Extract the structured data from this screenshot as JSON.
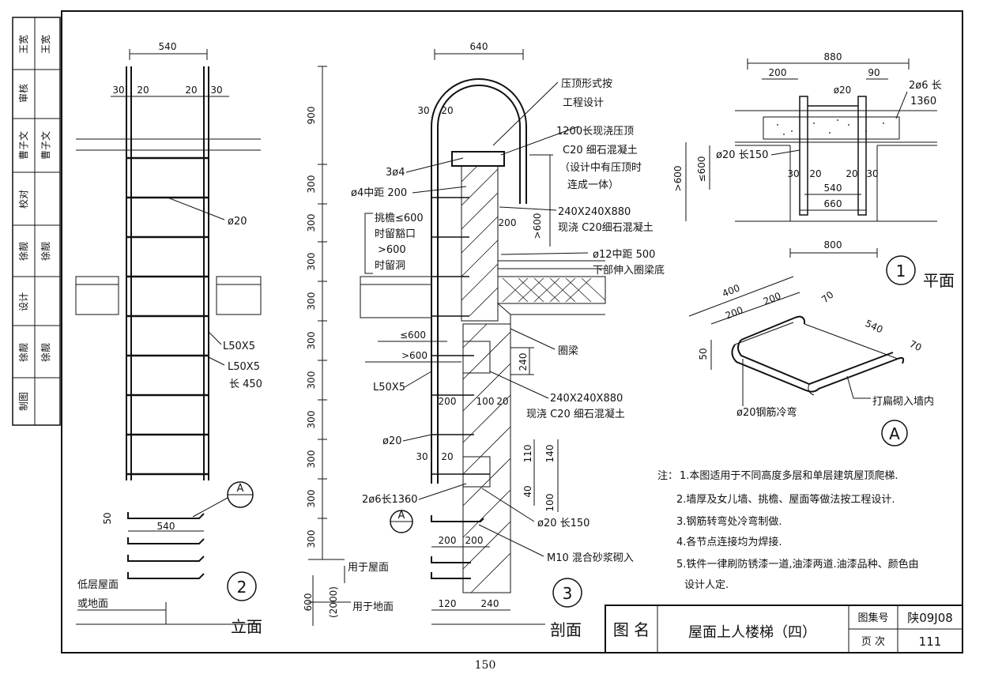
{
  "side_block": {
    "rows": [
      {
        "role": "王宽",
        "sign": "王宽"
      },
      {
        "role": "审核",
        "sign": ""
      },
      {
        "role": "曹子文",
        "sign": "曹子文"
      },
      {
        "role": "校对",
        "sign": ""
      },
      {
        "role": "徐靓",
        "sign": "徐靓"
      },
      {
        "role": "设计",
        "sign": ""
      },
      {
        "role": "徐靓",
        "sign": "徐靓"
      },
      {
        "role": "制图",
        "sign": ""
      }
    ]
  },
  "elevation": {
    "dim_width": "540",
    "dim_30l": "30",
    "dim_20l": "20",
    "dim_20r": "20",
    "dim_30r": "30",
    "rung_label": "ø20",
    "angle1": "L50X5",
    "angle2": "L50X5",
    "angle2_len": "长 450",
    "detail_ref": "A",
    "detail_dim50": "50",
    "detail_dim540": "540",
    "low_roof_1": "低层屋面",
    "low_roof_2": "或地面",
    "number": "2",
    "title": "立面"
  },
  "section": {
    "dim_640": "640",
    "dim_30": "30",
    "dim_20": "20",
    "heights": [
      "900",
      "300",
      "300",
      "300",
      "300",
      "300",
      "300",
      "300",
      "300",
      "300",
      "300"
    ],
    "dim_600": "600",
    "dim_2000": "(2000)",
    "coping_1": "压顶形式按",
    "coping_2": "工程设计",
    "cast_1": "1200长现浇压顶",
    "cast_2": "C20 细石混凝土",
    "cast_3": "（设计中有压顶时",
    "cast_4": "连成一体）",
    "bar_3d4": "3ø4",
    "bar_d4": "ø4中距 200",
    "eave_1": "挑檐≤600",
    "eave_2": "时留豁口",
    "eave_3": ">600",
    "eave_4": "时留洞",
    "block1_1": "240X240X880",
    "block1_2": "现浇 C20细石混凝土",
    "d200": "200",
    "d600gt": ">600",
    "bar12_1": "ø12中距 500",
    "bar12_2": "下部伸入圈梁底",
    "le600": "≤600",
    "gt600": ">600",
    "ring_beam": "圈梁",
    "d240": "240",
    "angle": "L50X5",
    "d200b": "200",
    "d100": "100",
    "d20b": "20",
    "block2_1": "240X240X880",
    "block2_2": "现浇 C20 细石混凝土",
    "rail": "ø20",
    "d30b": "30",
    "d20c": "20",
    "d110": "110",
    "d140": "140",
    "d40": "40",
    "d100b": "100",
    "bar6": "2ø6长1360",
    "detail_ref": "A",
    "bar20": "ø20 长150",
    "d200c": "200",
    "d200d": "200",
    "mortar": "M10 混合砂浆砌入",
    "for_roof": "用于屋面",
    "for_ground": "用于地面",
    "d120": "120",
    "d240b": "240",
    "number": "3",
    "title": "剖面"
  },
  "plan": {
    "d880": "880",
    "d200": "200",
    "d90": "90",
    "d20top": "ø20",
    "bar6_1": "2ø6 长",
    "bar6_2": "1360",
    "d20_150": "ø20 长150",
    "le600": "≤600",
    "gt600": ">600",
    "d30": "30",
    "d20": "20",
    "d30r": "30",
    "d20r": "20",
    "d540": "540",
    "d660": "660",
    "d800": "800",
    "number": "1",
    "title": "平面"
  },
  "detail_a": {
    "d400": "400",
    "d200a": "200",
    "d200b": "200",
    "d70a": "70",
    "d540": "540",
    "d70b": "70",
    "d50": "50",
    "wall": "打扁砌入墙内",
    "bend": "ø20钢筋冷弯",
    "label": "A"
  },
  "notes": {
    "head": "注：",
    "items": [
      "1.本图适用于不同高度多层和单层建筑屋顶爬梯.",
      "2.墙厚及女儿墙、挑檐、屋面等做法按工程设计.",
      "3.钢筋转弯处冷弯制做.",
      "4.各节点连接均为焊接.",
      "5.铁件一律刷防锈漆一道,油漆两道.油漆品种、颜色由"
    ],
    "item5_cont": "设计人定."
  },
  "title_block": {
    "name_label": "图 名",
    "name": "屋面上人楼梯（四）",
    "set_label": "图集号",
    "set_value": "陕09J08",
    "page_label": "页 次",
    "page_value": "111"
  },
  "page_number": "150"
}
